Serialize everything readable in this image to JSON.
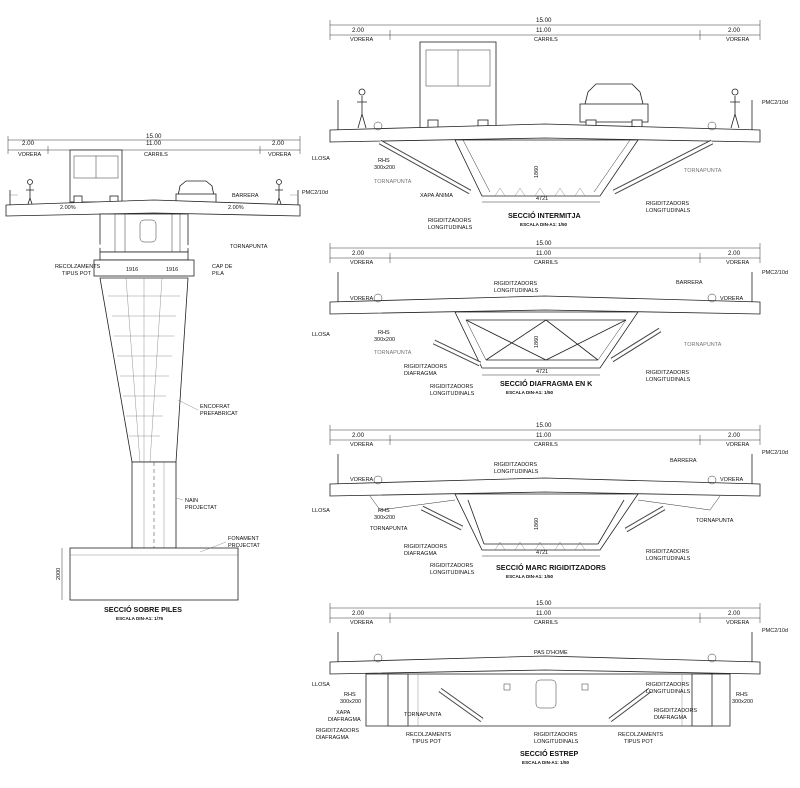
{
  "dimensions": {
    "total": "15.00",
    "sidewalk": "2.00",
    "roadway": "11.00",
    "sidewalk_label": "VORERA",
    "roadway_label": "CARRILS"
  },
  "pier_section": {
    "title": "SECCIÓ SOBRE PILES",
    "scale": "ESCALA DIN-A1: 1/75",
    "labels": {
      "barrera": "BARRERA",
      "pmc": "PMC2/10d",
      "slope_left": "2.00%",
      "slope_right": "2.00%",
      "tornapunta": "TORNAPUNTA",
      "recolzaments": "RECOLZAMENTS",
      "tipus_pot": "TIPUS POT",
      "cap_de": "CAP DE",
      "pila": "PILA",
      "dim_left": "1916",
      "dim_right": "1916",
      "encofrat": "ENCOFRAT",
      "prefabricat": "PREFABRICAT",
      "nain": "NAIN",
      "projectat_1": "PROJECTAT",
      "fonament": "FONAMENT",
      "projectat_2": "PROJECTAT",
      "height": "2000"
    }
  },
  "sections": [
    {
      "title": "SECCIÓ INTERMITJA",
      "scale": "ESCALA DIN-A1: 1/50",
      "labels": {
        "pmc": "PMC2/10d",
        "llosa": "LLOSA",
        "rhs": "RHS",
        "rhs_size": "300x200",
        "tornapunta_left": "TORNAPUNTA",
        "tornapunta_right": "TORNAPUNTA",
        "xapa": "XAPA ÀNIMA",
        "height": "1860",
        "width": "4721",
        "rig_left_1": "RIGIDITZADORS",
        "rig_left_2": "LONGITUDINALS",
        "rig_right_1": "RIGIDITZADORS",
        "rig_right_2": "LONGITUDINALS"
      }
    },
    {
      "title": "SECCIÓ DIAFRAGMA EN K",
      "scale": "ESCALA DIN-A1: 1/50",
      "labels": {
        "pmc": "PMC2/10d",
        "barrera": "BARRERA",
        "vorera_left": "VORERA",
        "vorera_right": "VORERA",
        "llosa": "LLOSA",
        "rhs": "RHS",
        "rhs_size": "300x200",
        "tornapunta_left": "TORNAPUNTA",
        "tornapunta_right": "TORNAPUNTA",
        "rig_top_1": "RIGIDITZADORS",
        "rig_top_2": "LONGITUDINALS",
        "rig_diaf_1": "RIGIDITZADORS",
        "rig_diaf_2": "DIAFRAGMA",
        "rig_bot_1": "RIGIDITZADORS",
        "rig_bot_2": "LONGITUDINALS",
        "rig_right_1": "RIGIDITZADORS",
        "rig_right_2": "LONGITUDINALS",
        "height": "1860",
        "width": "4721"
      }
    },
    {
      "title": "SECCIÓ MARC RIGIDITZADORS",
      "scale": "ESCALA DIN-A1: 1/50",
      "labels": {
        "pmc": "PMC2/10d",
        "barrera": "BARRERA",
        "vorera_left": "VORERA",
        "vorera_right": "VORERA",
        "llosa": "LLOSA",
        "rhs": "RHS",
        "rhs_size": "300x200",
        "tornapunta_left": "TORNAPUNTA",
        "tornapunta_right": "TORNAPUNTA",
        "rig_top_1": "RIGIDITZADORS",
        "rig_top_2": "LONGITUDINALS",
        "rig_diaf_1": "RIGIDITZADORS",
        "rig_diaf_2": "DIAFRAGMA",
        "rig_bot_1": "RIGIDITZADORS",
        "rig_bot_2": "LONGITUDINALS",
        "rig_right_1": "RIGIDITZADORS",
        "rig_right_2": "LONGITUDINALS",
        "height": "1860",
        "width": "4721"
      }
    },
    {
      "title": "SECCIÓ ESTREP",
      "scale": "ESCALA DIN-A1: 1/50",
      "labels": {
        "pmc": "PMC2/10d",
        "llosa": "LLOSA",
        "rhs_left": "RHS",
        "rhs_left_size": "300x200",
        "rhs_right": "RHS",
        "rhs_right_size": "300x200",
        "xapa_1": "XAPA",
        "xapa_2": "DIAFRAGMA",
        "tornapunta": "TORNAPUNTA",
        "pas": "PAS D'HOME",
        "rig_top_1": "RIGIDITZADORS",
        "rig_top_2": "LONGITUDINALS",
        "rig_left_1": "RIGIDITZADORS",
        "rig_left_2": "DIAFRAGMA",
        "rig_right_1": "RIGIDITZADORS",
        "rig_right_2": "DIAFRAGMA",
        "rec_left_1": "RECOLZAMENTS",
        "rec_left_2": "TIPUS POT",
        "rec_right_1": "RECOLZAMENTS",
        "rec_right_2": "TIPUS POT",
        "rig_mid_1": "RIGIDITZADORS",
        "rig_mid_2": "LONGITUDINALS"
      }
    }
  ]
}
